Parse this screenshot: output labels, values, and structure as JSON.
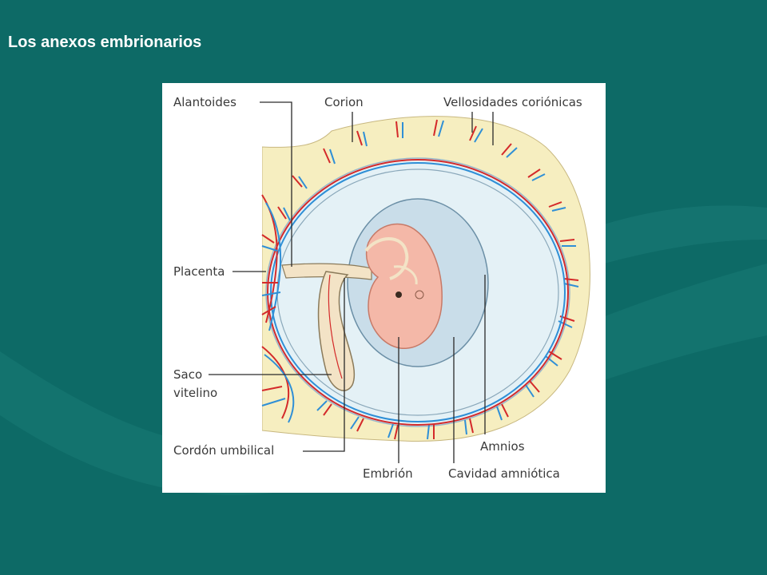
{
  "slide": {
    "title": "Los anexos embrionarios"
  },
  "diagram": {
    "labels": {
      "alantoides": "Alantoides",
      "corion": "Corion",
      "vellosidades": "Vellosidades coriónicas",
      "placenta": "Placenta",
      "saco_line1": "Saco",
      "saco_line2": "vitelino",
      "cordon": "Cordón umbilical",
      "amnios": "Amnios",
      "embrion": "Embrión",
      "cavidad": "Cavidad amniótica"
    },
    "colors": {
      "background": "#0d6a66",
      "uterine_wall": "#f6eec0",
      "chorion_cavity": "#e4f1f6",
      "amniotic_cavity": "#c9dde9",
      "embryo": "#f4b8a8",
      "artery": "#d42a2a",
      "vein": "#2f8fd6"
    }
  }
}
